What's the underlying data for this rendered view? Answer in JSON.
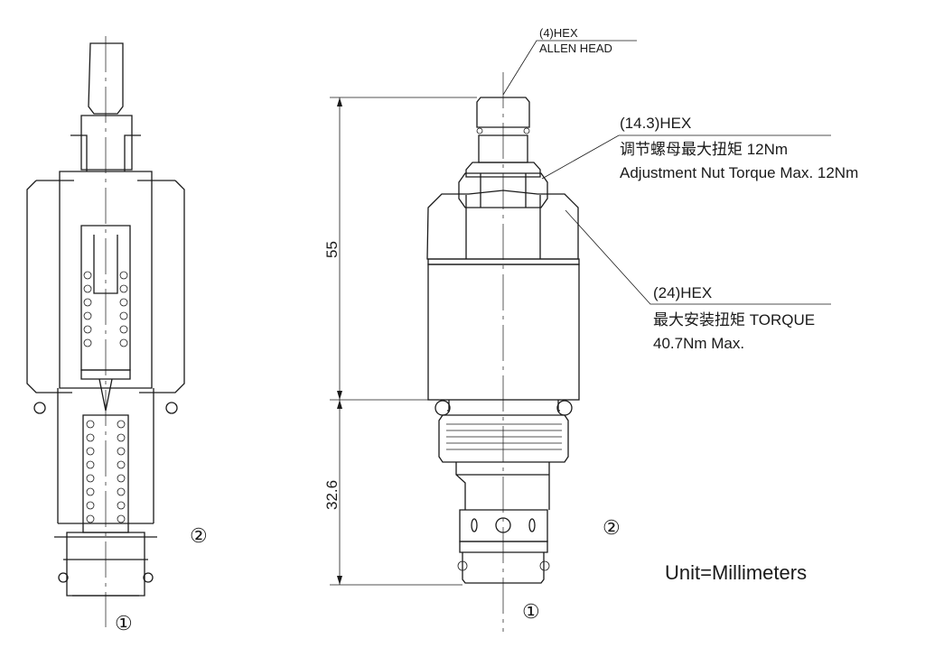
{
  "callouts": {
    "allen_head": {
      "line1": "(4)HEX",
      "line2": "ALLEN HEAD"
    },
    "adjust_nut": {
      "line1": "(14.3)HEX",
      "line2": "调节螺母最大扭矩 12Nm",
      "line3": "Adjustment Nut Torque Max. 12Nm"
    },
    "body_hex": {
      "line1": "(24)HEX",
      "line2": "最大安装扭矩 TORQUE",
      "line3": "40.7Nm Max."
    }
  },
  "dimensions": {
    "upper": "55",
    "lower": "32.6"
  },
  "ports": {
    "port1": "①",
    "port2": "②"
  },
  "units": "Unit=Millimeters"
}
